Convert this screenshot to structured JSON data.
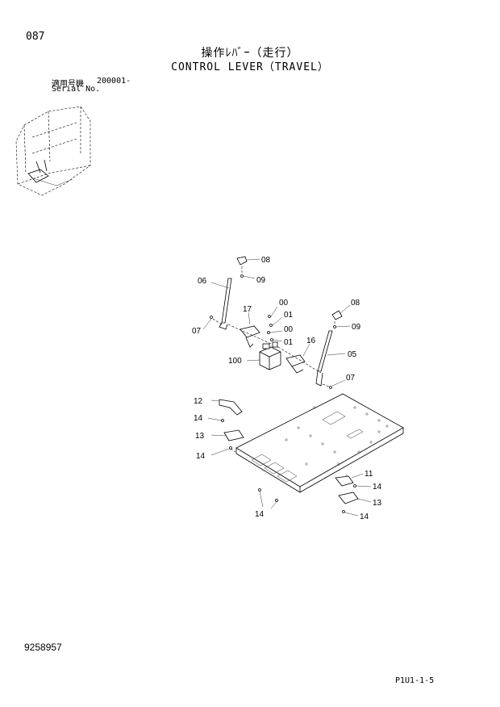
{
  "header": {
    "page_number": "087",
    "title_jp": "操作ﾚﾊﾞｰ（走行）",
    "title_en": "CONTROL LEVER（TRAVEL）",
    "serial_label_jp": "適用号機",
    "serial_value": "200001-",
    "serial_label_en": "Serial No."
  },
  "callouts": {
    "c08a": "08",
    "c09a": "09",
    "c06": "06",
    "c07a": "07",
    "c17": "17",
    "c00a": "00",
    "c01a": "01",
    "c00b": "00",
    "c01b": "01",
    "c16": "16",
    "c100": "100",
    "c08b": "08",
    "c09b": "09",
    "c05": "05",
    "c07b": "07",
    "c12": "12",
    "c14a": "14",
    "c13a": "13",
    "c14b": "14",
    "c11": "11",
    "c14c": "14",
    "c13b": "13",
    "c14d": "14",
    "c14e": "14"
  },
  "footer": {
    "doc_number": "9258957",
    "page_ref": "P1U1-1-5"
  }
}
